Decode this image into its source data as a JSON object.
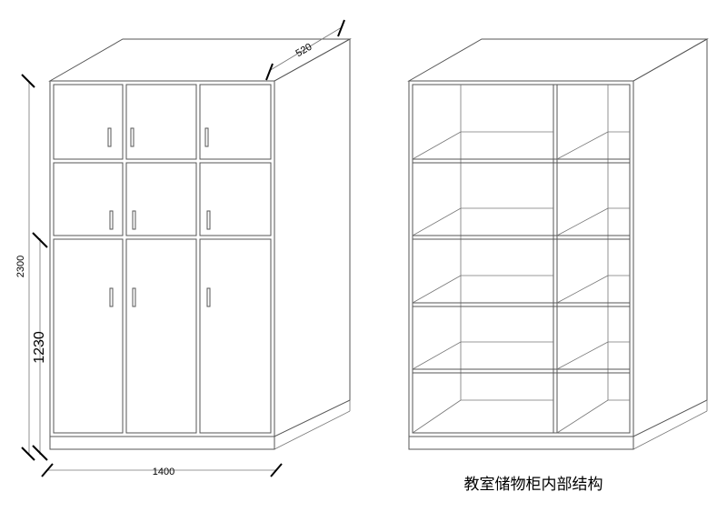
{
  "dimensions": {
    "depth": "520",
    "height_total": "2300",
    "height_lower": "1230",
    "width": "1400"
  },
  "caption": "教室储物柜内部结构"
}
